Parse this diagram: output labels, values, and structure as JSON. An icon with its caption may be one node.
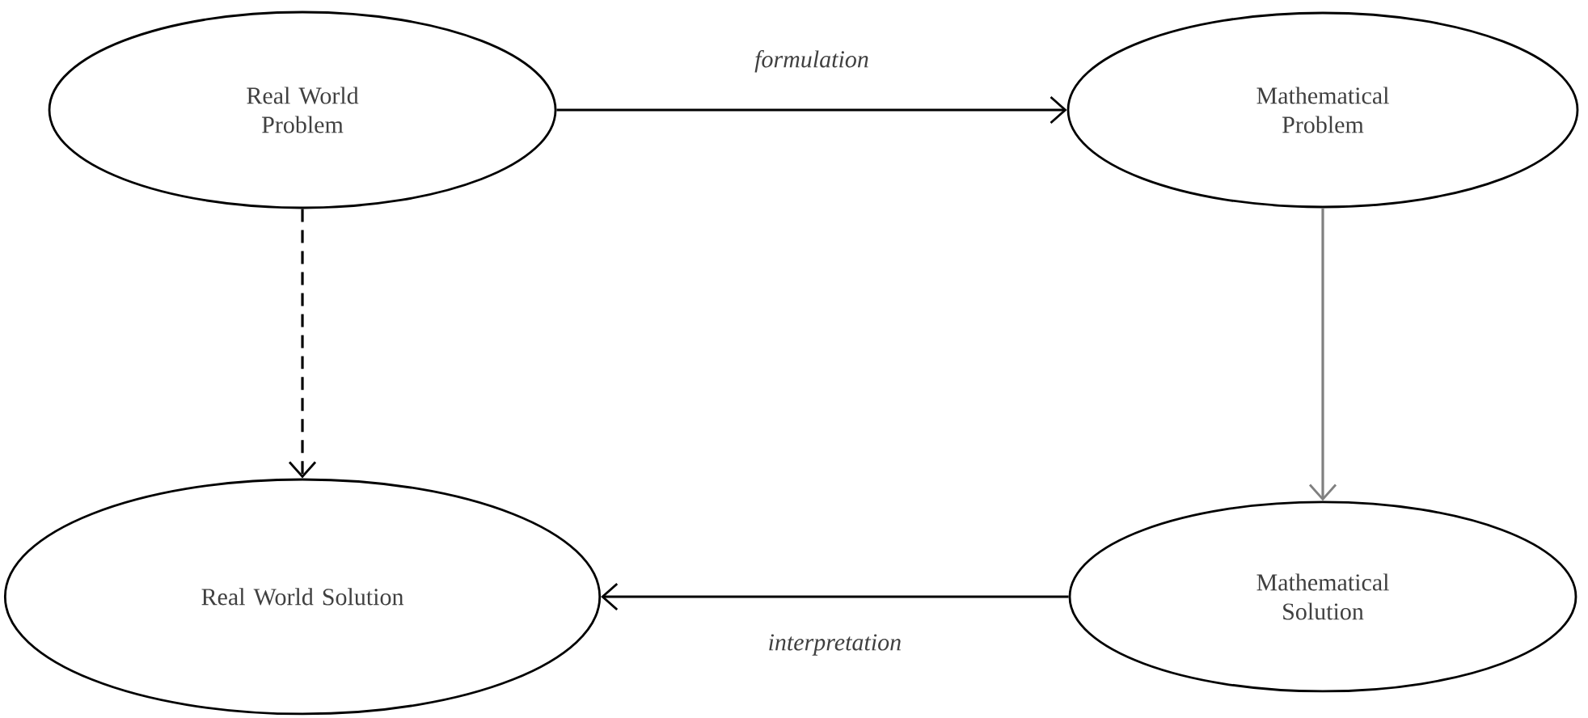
{
  "diagram": {
    "nodes": [
      {
        "text": [
          "Real World Problem"
        ]
      },
      {
        "text": [
          "Mathematical Problem"
        ]
      },
      {
        "text": [
          "Mathematical Solution"
        ]
      },
      {
        "text": [
          "Real World Solution"
        ]
      }
    ],
    "edges": [
      {
        "from": 0,
        "to": 1,
        "arrow": "to",
        "label": "formulation"
      },
      {
        "from": 1,
        "to": 2,
        "arrow": "to",
        "color": "#808080"
      },
      {
        "from": 2,
        "to": 3,
        "arrow": "to",
        "label": "interpretation"
      },
      {
        "from": 0,
        "to": 3,
        "arrow": "to",
        "style": "dashed"
      }
    ]
  }
}
